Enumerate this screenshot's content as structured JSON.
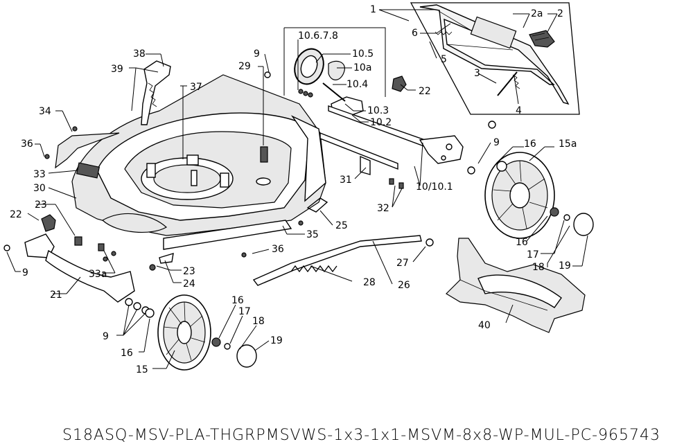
{
  "model_code": "S18ASQ-MSV-PLA-THGRPMSVWS-1x3-1x1-MSVM-8x8-WP-MUL-PC-965743",
  "callouts": {
    "c1": "1",
    "c2": "2",
    "c2a": "2a",
    "c3": "3",
    "c4": "4",
    "c5": "5",
    "c6": "6",
    "c10678": "10.6.7.8",
    "c105": "10.5",
    "c10a": "10a",
    "c104": "10.4",
    "c103": "10.3",
    "c102": "10.2",
    "c22a": "22",
    "c9a": "9",
    "c29": "29",
    "c38": "38",
    "c39": "39",
    "c37": "37",
    "c34": "34",
    "c36a": "36",
    "c33": "33",
    "c30": "30",
    "c23a": "23",
    "c22b": "22",
    "c9b": "9",
    "c33a": "33a",
    "c21": "21",
    "c23b": "23",
    "c24": "24",
    "c36b": "36",
    "c35": "35",
    "c25": "25",
    "c31": "31",
    "c32": "32",
    "c1001": "10/10.1",
    "c9c": "9",
    "c16a": "16",
    "c15a": "15a",
    "c16b": "16",
    "c17a": "17",
    "c18a": "18",
    "c19a": "19",
    "c27": "27",
    "c28": "28",
    "c26": "26",
    "c40": "40",
    "c9d": "9",
    "c16c": "16",
    "c15": "15",
    "c16d": "16",
    "c17b": "17",
    "c18b": "18",
    "c19b": "19"
  }
}
